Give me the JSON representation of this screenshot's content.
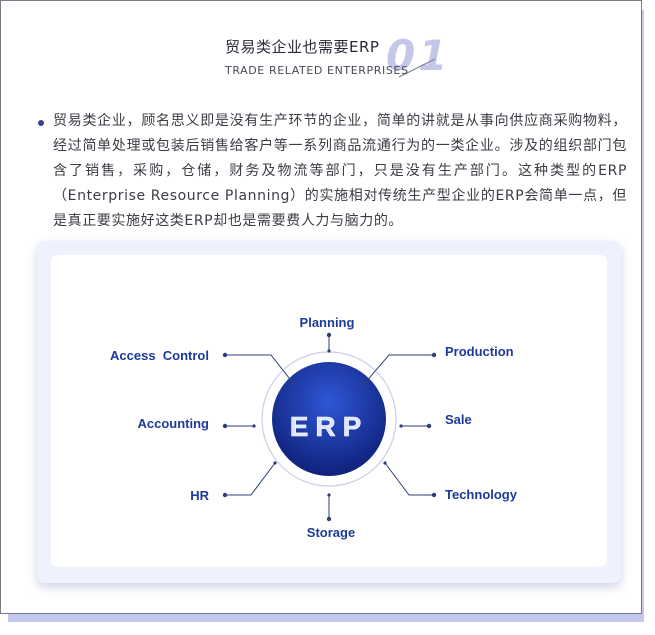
{
  "header": {
    "title_zh": "贸易类企业也需要ERP",
    "title_en": "TRADE RELATED ENTERPRISES",
    "number": "01",
    "accent_color": "#c4c7ea"
  },
  "body": {
    "paragraph": "贸易类企业，顾名思义即是没有生产环节的企业，简单的讲就是从事向供应商采购物料，经过简单处理或包装后销售给客户等一系列商品流通行为的一类企业。涉及的组织部门包含了销售，采购，仓储，财务及物流等部门，只是没有生产部门。这种类型的ERP（Enterprise Resource Planning）的实施相对传统生产型企业的ERP会简单一点，但是真正要实施好这类ERP却也是需要费人力与脑力的。"
  },
  "diagram": {
    "center_label": "ERP",
    "nodes": [
      {
        "id": "planning",
        "label": "Planning"
      },
      {
        "id": "production",
        "label": "Production"
      },
      {
        "id": "sale",
        "label": "Sale"
      },
      {
        "id": "technology",
        "label": "Technology"
      },
      {
        "id": "storage",
        "label": "Storage"
      },
      {
        "id": "hr",
        "label": "HR"
      },
      {
        "id": "accounting",
        "label": "Accounting"
      },
      {
        "id": "access-control",
        "label": "Access  Control"
      }
    ],
    "colors": {
      "label": "#1d3a9a",
      "connector": "#2c3e78",
      "center_light": "#2f57d6",
      "center_dark": "#0c1d74"
    }
  }
}
